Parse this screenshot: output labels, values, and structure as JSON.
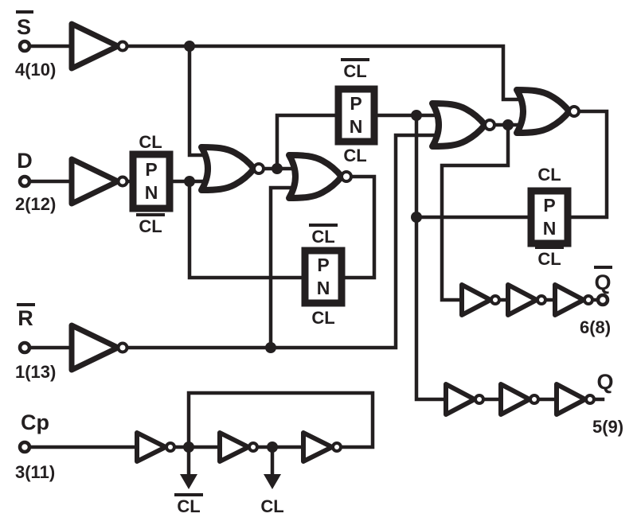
{
  "figure": {
    "type": "logic-diagram",
    "inputs": [
      {
        "label": "S",
        "overbar": true,
        "pin": "4(10)"
      },
      {
        "label": "D",
        "overbar": false,
        "pin": "2(12)"
      },
      {
        "label": "R",
        "overbar": true,
        "pin": "1(13)"
      },
      {
        "label": "Cp",
        "overbar": false,
        "pin": "3(11)"
      }
    ],
    "outputs": [
      {
        "label": "Q",
        "overbar": true,
        "pin": "6(8)"
      },
      {
        "label": "Q",
        "overbar": false,
        "pin": "5(9)"
      }
    ],
    "transmission_gates": [
      {
        "id": "data-input",
        "p": "P",
        "n": "N",
        "top": "CL",
        "top_overbar": false,
        "bottom": "CL",
        "bottom_overbar": true
      },
      {
        "id": "master-input",
        "p": "P",
        "n": "N",
        "top": "CL",
        "top_overbar": true,
        "bottom": "CL",
        "bottom_overbar": false
      },
      {
        "id": "master-feedback",
        "p": "P",
        "n": "N",
        "top": "CL",
        "top_overbar": true,
        "bottom": "CL",
        "bottom_overbar": false
      },
      {
        "id": "slave-feedback",
        "p": "P",
        "n": "N",
        "top": "CL",
        "top_overbar": false,
        "bottom": "CL",
        "bottom_overbar": true
      }
    ],
    "clock_taps": [
      {
        "label": "CL",
        "overbar": true
      },
      {
        "label": "CL",
        "overbar": false
      }
    ],
    "colors": {
      "line": "#231F20",
      "background": "#FFFFFF"
    }
  }
}
